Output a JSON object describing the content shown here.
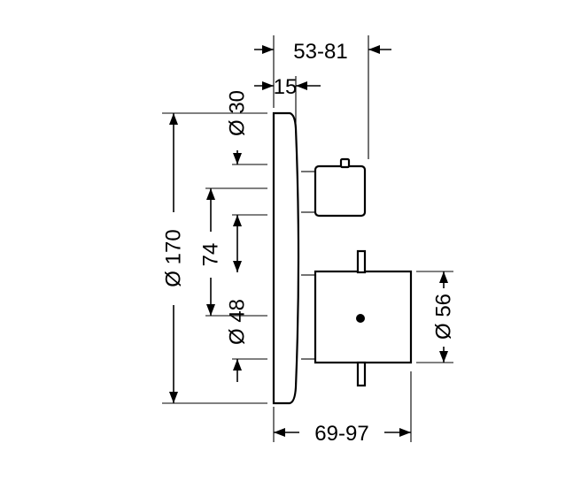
{
  "dimensions": {
    "top_depth": "53-81",
    "plate_depth": "15",
    "diam_30": "Ø 30",
    "diam_170": "Ø 170",
    "dist_74": "74",
    "diam_48": "Ø 48",
    "diam_56": "Ø 56",
    "bottom_depth": "69-97"
  },
  "colors": {
    "line": "#000000",
    "background": "#ffffff"
  }
}
